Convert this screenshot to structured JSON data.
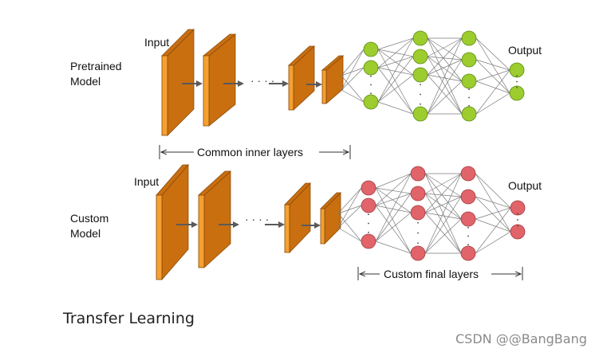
{
  "top": {
    "row_label_line1": "Pretrained",
    "row_label_line2": "Model",
    "input_label": "Input",
    "output_label": "Output",
    "span_label": "Common inner layers",
    "node_color": "#9ccc2e",
    "node_stroke": "#5a8a10"
  },
  "bottom": {
    "row_label_line1": "Custom",
    "row_label_line2": "Model",
    "input_label": "Input",
    "output_label": "Output",
    "span_label": "Custom final layers",
    "node_color": "#e0646a",
    "node_stroke": "#a33a3f"
  },
  "colors": {
    "layer_front": "#f5a030",
    "layer_side": "#c96f10",
    "layer_edge": "#8a4a08",
    "arrow": "#5a5a5a",
    "edge": "#7a7a7a"
  },
  "caption": "Transfer Learning",
  "watermark": "CSDN @@BangBang"
}
